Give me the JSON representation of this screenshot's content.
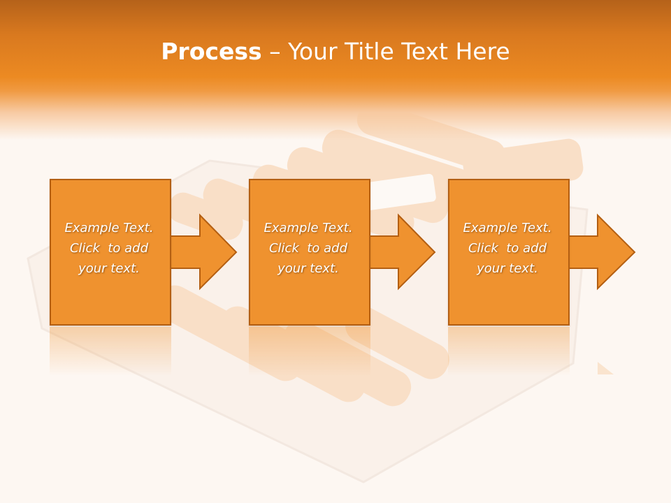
{
  "slide": {
    "title_bold": "Process",
    "title_separator": " – ",
    "title_rest": "Your Title Text Here"
  },
  "steps": [
    {
      "line1": "Example Text.",
      "line2": "Click  to add",
      "line3": "your text."
    },
    {
      "line1": "Example Text.",
      "line2": "Click  to add",
      "line3": "your text."
    },
    {
      "line1": "Example Text.",
      "line2": "Click  to add",
      "line3": "your text."
    }
  ],
  "colors": {
    "header": "#ec8a22",
    "box_fill": "#ef922f",
    "box_border": "#b45f12",
    "background": "#fdf7f2"
  }
}
